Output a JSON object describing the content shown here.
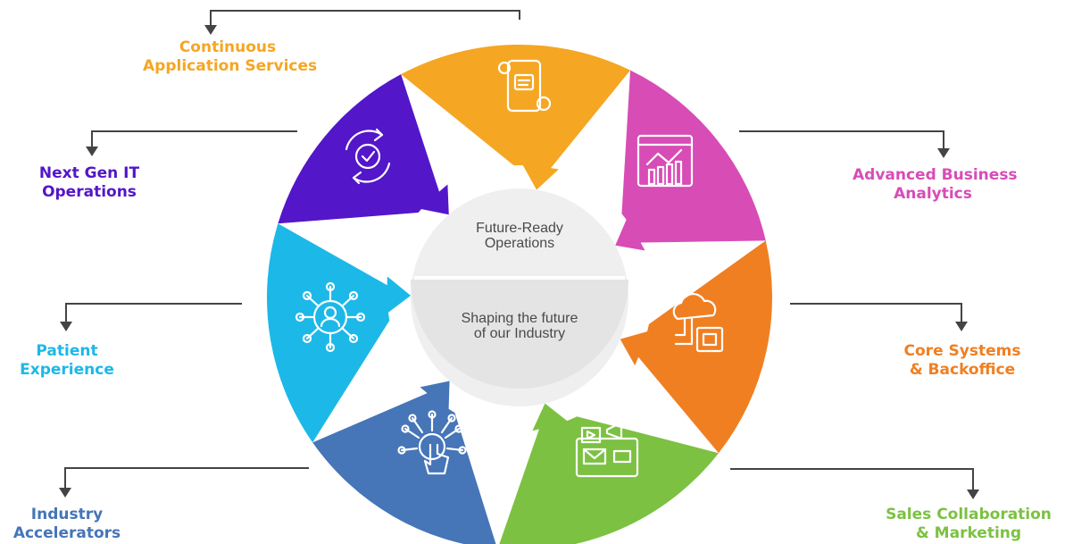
{
  "center": {
    "top_text": [
      "Future-Ready",
      "Operations"
    ],
    "bottom_text": [
      "Shaping the future",
      "of our Industry"
    ]
  },
  "segments": [
    {
      "id": "continuous-application-services",
      "lines": [
        "Continuous",
        "Application Services"
      ],
      "color": "#f5a623",
      "icon": "app-gear-icon"
    },
    {
      "id": "advanced-business-analytics",
      "lines": [
        "Advanced Business",
        "Analytics"
      ],
      "color": "#d84cb6",
      "icon": "analytics-dashboard-icon"
    },
    {
      "id": "core-systems-backoffice",
      "lines": [
        "Core Systems",
        "& Backoffice"
      ],
      "color": "#f07f22",
      "icon": "cloud-chip-icon"
    },
    {
      "id": "sales-collaboration-marketing",
      "lines": [
        "Sales Collaboration",
        "& Marketing"
      ],
      "color": "#7cc142",
      "icon": "megaphone-screen-icon"
    },
    {
      "id": "industry-accelerators",
      "lines": [
        "Industry",
        "Accelerators"
      ],
      "color": "#4675b8",
      "icon": "touch-network-icon"
    },
    {
      "id": "patient-experience",
      "lines": [
        "Patient",
        "Experience"
      ],
      "color": "#1cb8e8",
      "icon": "person-network-icon"
    },
    {
      "id": "next-gen-it-operations",
      "lines": [
        "Next Gen IT",
        "Operations"
      ],
      "color": "#5316c9",
      "icon": "gear-cycle-icon"
    }
  ],
  "colors": {
    "arrow": "#444444",
    "hub": "#efefef",
    "hub_bottom": "#e4e4e4",
    "ring_gap": "#ffffff"
  }
}
